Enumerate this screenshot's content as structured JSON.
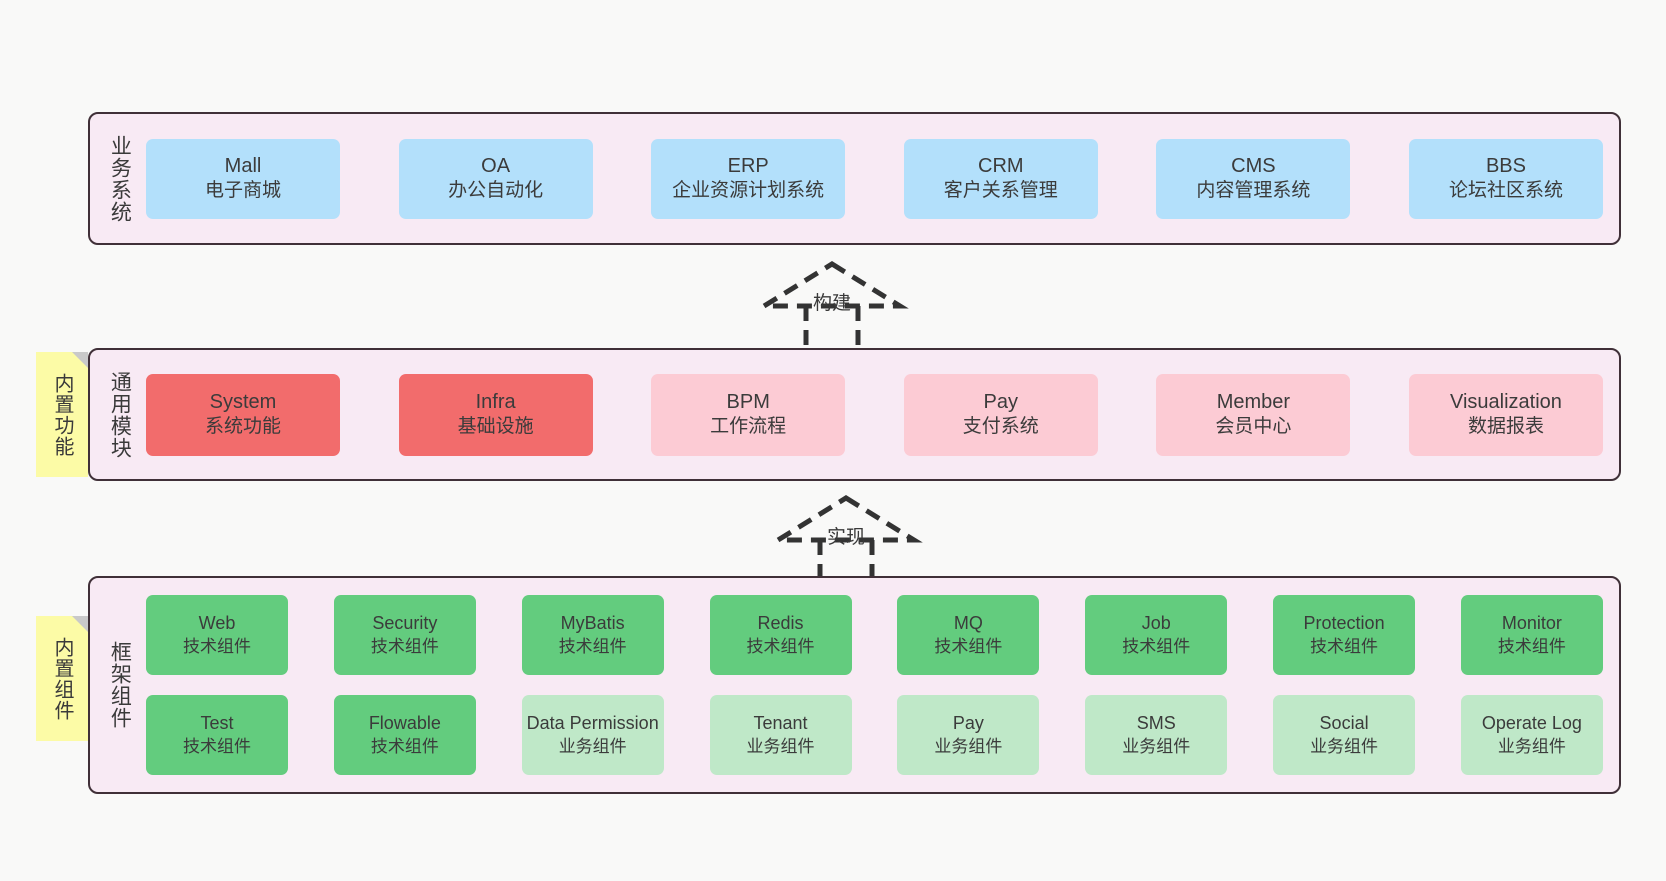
{
  "diagram": {
    "background": "#F9F9F8",
    "panel_bg": "#F8EAF4",
    "panel_border": "#403038",
    "note_bg": "#FCFBA6",
    "colors": {
      "business": "#B3E0FB",
      "module_core": "#F26C6C",
      "module_ext": "#FCCBD4",
      "tech_component": "#63CC7E",
      "biz_component": "#BFE8C8"
    }
  },
  "layers": [
    {
      "id": "business-system",
      "title": "业务系统",
      "rows": [
        {
          "cards": [
            {
              "en": "Mall",
              "cn": "电子商城",
              "color": "blue"
            },
            {
              "en": "OA",
              "cn": "办公自动化",
              "color": "blue"
            },
            {
              "en": "ERP",
              "cn": "企业资源计划系统",
              "color": "blue"
            },
            {
              "en": "CRM",
              "cn": "客户关系管理",
              "color": "blue"
            },
            {
              "en": "CMS",
              "cn": "内容管理系统",
              "color": "blue"
            },
            {
              "en": "BBS",
              "cn": "论坛社区系统",
              "color": "blue"
            }
          ]
        }
      ]
    },
    {
      "id": "common-module",
      "title": "通用模块",
      "note": "内置功能",
      "rows": [
        {
          "cards": [
            {
              "en": "System",
              "cn": "系统功能",
              "color": "red"
            },
            {
              "en": "Infra",
              "cn": "基础设施",
              "color": "red"
            },
            {
              "en": "BPM",
              "cn": "工作流程",
              "color": "pink"
            },
            {
              "en": "Pay",
              "cn": "支付系统",
              "color": "pink"
            },
            {
              "en": "Member",
              "cn": "会员中心",
              "color": "pink"
            },
            {
              "en": "Visualization",
              "cn": "数据报表",
              "color": "pink"
            }
          ]
        }
      ]
    },
    {
      "id": "framework-component",
      "title": "框架组件",
      "note": "内置组件",
      "rows": [
        {
          "cards": [
            {
              "en": "Web",
              "cn": "技术组件",
              "color": "green"
            },
            {
              "en": "Security",
              "cn": "技术组件",
              "color": "green"
            },
            {
              "en": "MyBatis",
              "cn": "技术组件",
              "color": "green"
            },
            {
              "en": "Redis",
              "cn": "技术组件",
              "color": "green"
            },
            {
              "en": "MQ",
              "cn": "技术组件",
              "color": "green"
            },
            {
              "en": "Job",
              "cn": "技术组件",
              "color": "green"
            },
            {
              "en": "Protection",
              "cn": "技术组件",
              "color": "green"
            },
            {
              "en": "Monitor",
              "cn": "技术组件",
              "color": "green"
            }
          ]
        },
        {
          "cards": [
            {
              "en": "Test",
              "cn": "技术组件",
              "color": "green"
            },
            {
              "en": "Flowable",
              "cn": "技术组件",
              "color": "green"
            },
            {
              "en": "Data Permission",
              "cn": "业务组件",
              "color": "lgreen"
            },
            {
              "en": "Tenant",
              "cn": "业务组件",
              "color": "lgreen"
            },
            {
              "en": "Pay",
              "cn": "业务组件",
              "color": "lgreen"
            },
            {
              "en": "SMS",
              "cn": "业务组件",
              "color": "lgreen"
            },
            {
              "en": "Social",
              "cn": "业务组件",
              "color": "lgreen"
            },
            {
              "en": "Operate Log",
              "cn": "业务组件",
              "color": "lgreen"
            }
          ]
        }
      ]
    }
  ],
  "connectors": [
    {
      "id": "connector-build",
      "label": "构建",
      "style": "dashed-generalization",
      "direction": "up"
    },
    {
      "id": "connector-implement",
      "label": "实现",
      "style": "dashed-generalization",
      "direction": "up"
    }
  ]
}
